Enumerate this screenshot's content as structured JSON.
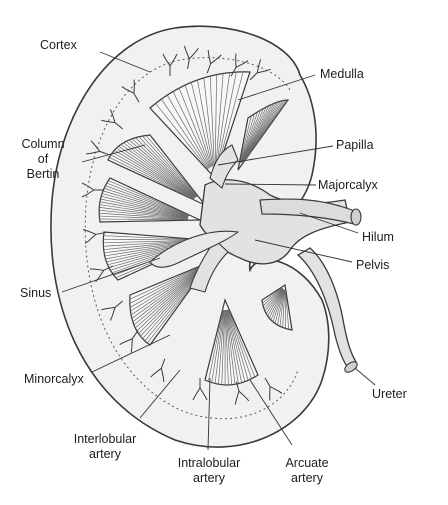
{
  "diagram": {
    "labels": {
      "cortex": "Cortex",
      "medulla": "Medulla",
      "column_of_bertin": [
        "Column",
        "of",
        "Bertin"
      ],
      "papilla": "Papilla",
      "major_calyx": "Majorcalyx",
      "hilum": "Hilum",
      "pelvis": "Pelvis",
      "sinus": "Sinus",
      "minor_calyx": "Minorcalyx",
      "ureter": "Ureter",
      "interlobular_artery": [
        "Interlobular",
        "artery"
      ],
      "intralobular_artery": [
        "Intralobular",
        "artery"
      ],
      "arcuate_artery": [
        "Arcuate",
        "artery"
      ]
    },
    "colors": {
      "ink": "#3a3a3a",
      "text": "#1e1e1e",
      "tissue": "#f1f1f1",
      "pelvis_fill": "#e2e2e2"
    }
  }
}
